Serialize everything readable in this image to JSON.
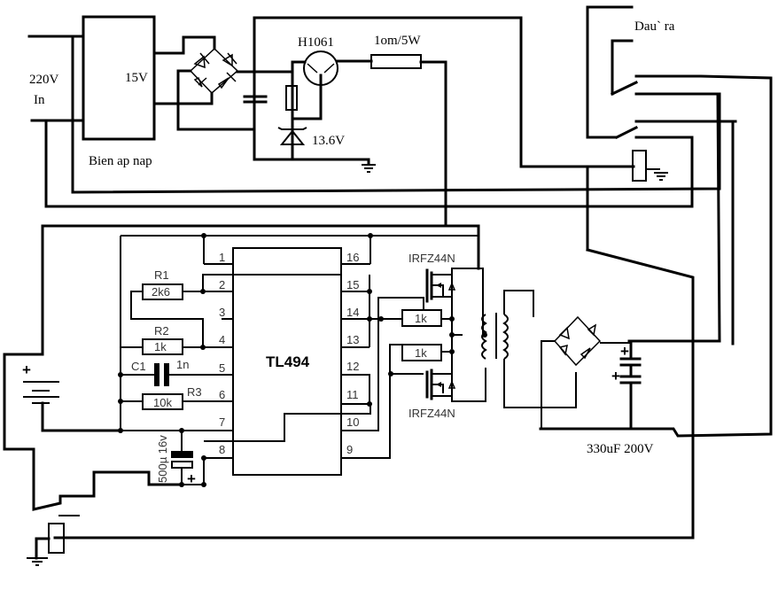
{
  "diagram": {
    "type": "circuit-schematic",
    "labels": {
      "input_voltage": "220V",
      "input_label": "In",
      "transformer_secondary": "15V",
      "transformer_name": "Bien ap nap",
      "transistor": "H1061",
      "series_resistor": "1om/5W",
      "zener": "13.6V",
      "output_label": "Dau` ra",
      "controller_ic": "TL494",
      "r1_name": "R1",
      "r1_value": "2k6",
      "r2_name": "R2",
      "r2_value": "1k",
      "c1_name": "C1",
      "c1_value": "1n",
      "r3_name": "R3",
      "r3_value": "10k",
      "cap_supply": "500µ 16v",
      "mosfet_top": "IRFZ44N",
      "mosfet_bottom": "IRFZ44N",
      "gate_r_top": "1k",
      "gate_r_bottom": "1k",
      "output_cap": "330uF 200V",
      "plus_sign": "+",
      "minus_sign": "-"
    },
    "ic_pins_left": [
      "1",
      "2",
      "3",
      "4",
      "5",
      "6",
      "7",
      "8"
    ],
    "ic_pins_right": [
      "16",
      "15",
      "14",
      "13",
      "12",
      "11",
      "10",
      "9"
    ]
  }
}
